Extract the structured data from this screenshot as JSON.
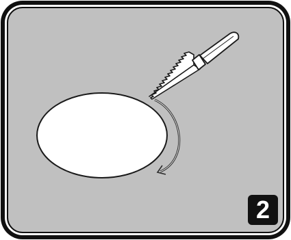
{
  "panel": {
    "background_color": "#c0c0c0",
    "border_color": "#111111",
    "step_number": "2"
  },
  "scene": {
    "objects": [
      {
        "name": "oval-bread-slice",
        "fill": "#ffffff"
      },
      {
        "name": "bread-knife",
        "fill": "#ffffff"
      },
      {
        "name": "cutting-direction-arrow",
        "stroke": "#333333"
      }
    ]
  }
}
